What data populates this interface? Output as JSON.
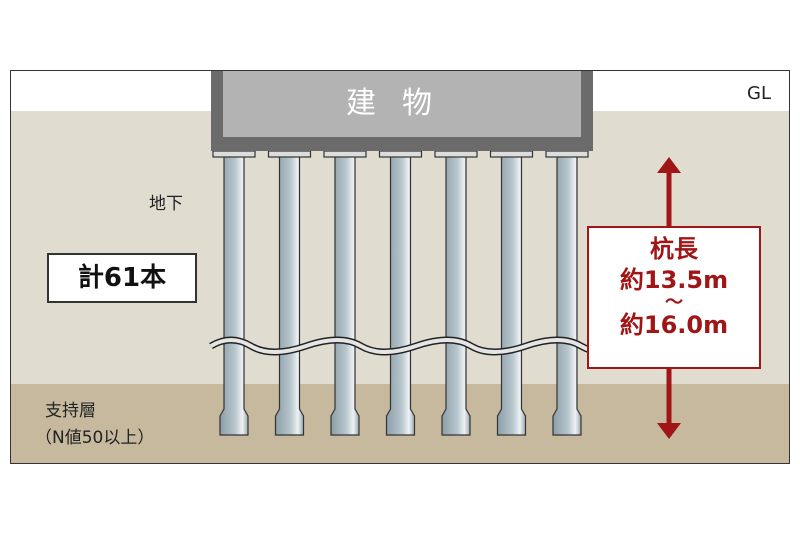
{
  "labels": {
    "gl": "GL",
    "building": "建物",
    "underground": "地下",
    "total_piles": "計61本",
    "bearing_layer_line1": "支持層",
    "bearing_layer_line2": "（N値50以上）",
    "pile_length_title": "杭長",
    "pile_length_min": "約13.5m",
    "pile_length_sep": "～",
    "pile_length_max": "約16.0m"
  },
  "colors": {
    "accent": "#a01515",
    "soil": "#e0ddd0",
    "bearing": "#c6b99e",
    "building": "#b3b3b4"
  }
}
